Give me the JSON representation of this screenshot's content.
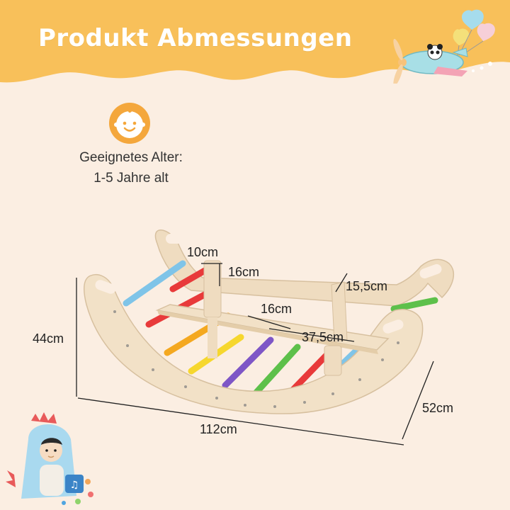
{
  "header": {
    "title": "Produkt Abmessungen"
  },
  "age": {
    "label_line1": "Geeignetes Alter:",
    "label_line2": "1-5 Jahre alt",
    "icon": "baby-face-icon"
  },
  "dimensions": {
    "height": "44cm",
    "length": "112cm",
    "depth": "52cm",
    "handle_width": "10cm",
    "handle_height": "16cm",
    "seat_height": "16cm",
    "seat_length": "37,5cm",
    "back_handle_height": "15,5cm"
  },
  "colors": {
    "background": "#fbeee2",
    "banner": "#f8c05a",
    "title_text": "#ffffff",
    "icon_orange": "#f4a73c",
    "wood": "#f2e1c7"
  }
}
